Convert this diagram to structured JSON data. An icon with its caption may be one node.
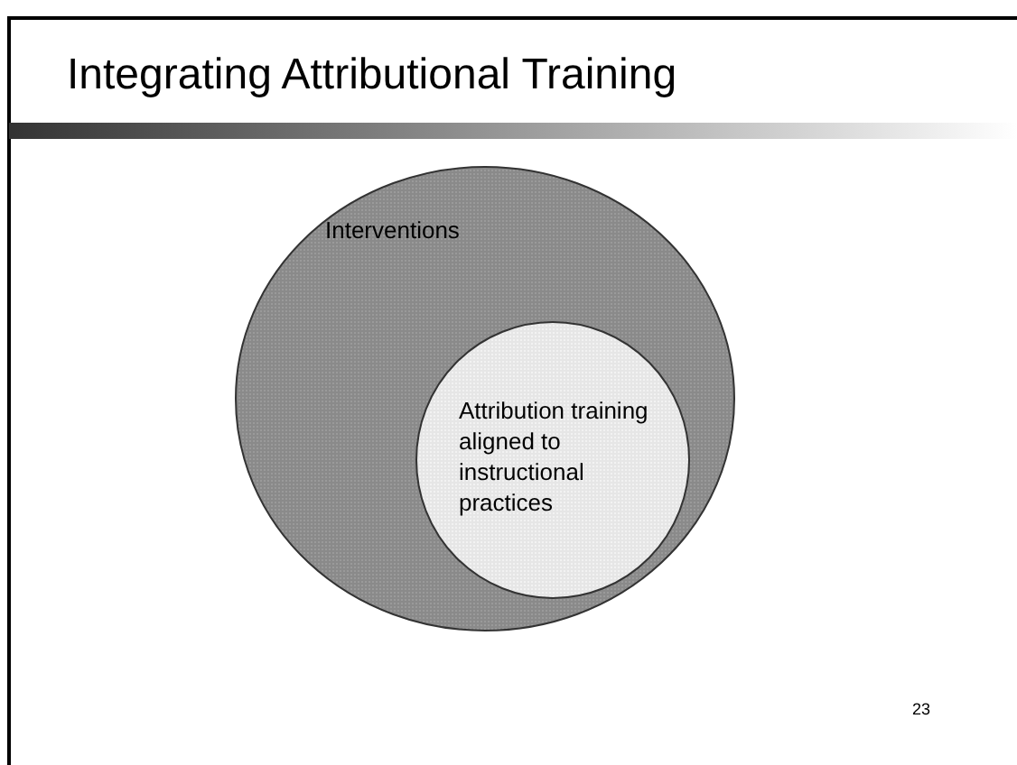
{
  "diagram": {
    "title": "Integrating Attributional Training",
    "nodes": [
      {
        "text": [
          "Interventions"
        ]
      },
      {
        "text": [
          "Attribution training aligned to instructional practices"
        ],
        "in": 0
      }
    ],
    "labels": [
      "23"
    ]
  }
}
